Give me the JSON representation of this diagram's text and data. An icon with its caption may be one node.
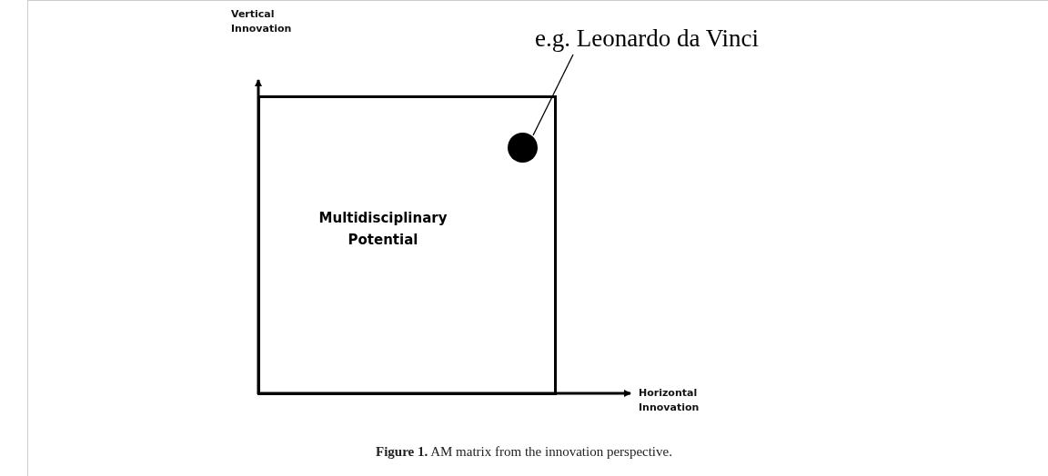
{
  "diagram": {
    "caption": "**Figure 1.** AM matrix from the innovation perspective.",
    "nodes": [
      {
        "text": [
          "Multidisciplinary Potential"
        ]
      },
      {
        "text": [],
        "shape": "circle",
        "in": 0
      },
      {
        "text": [
          "e.g. Leonardo da Vinci"
        ]
      }
    ],
    "edges": [
      {
        "from": 2,
        "to": 1,
        "arrow": "none"
      }
    ],
    "labels": [
      "Vertical Innovation",
      "Horizontal Innovation"
    ]
  }
}
